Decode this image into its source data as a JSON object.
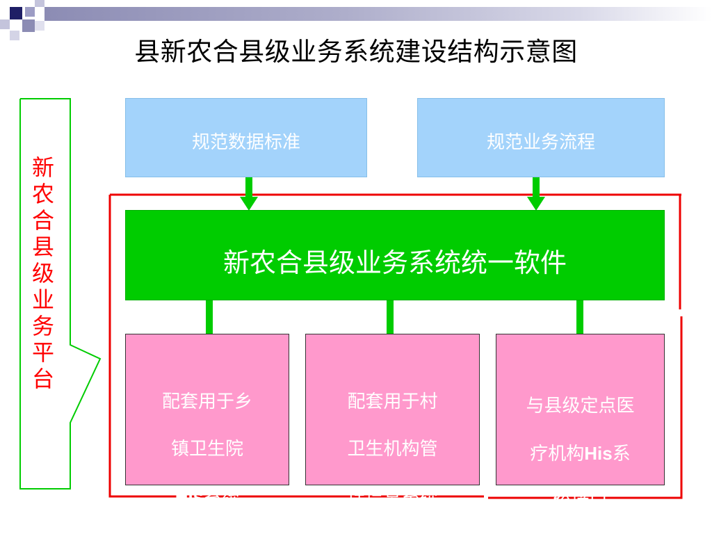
{
  "title": "县新农合县级业务系统建设结构示意图",
  "diagram": {
    "standard_data_box": "规范数据标准",
    "standard_process_box": "规范业务流程",
    "unified_software_box": "新农合县级业务系统统一软件",
    "subsystems": [
      {
        "line1": "配套用于乡",
        "line2": "镇卫生院",
        "line3_bold": "His",
        "line3_rest": "系统"
      },
      {
        "line1": "配套用于村",
        "line2": "卫生机构管",
        "line3": "理信息系统"
      },
      {
        "line1": "与县级定点医",
        "line2_pre": "疗机构",
        "line2_bold": "His",
        "line2_post": "系",
        "line3": "统接口"
      }
    ],
    "platform_label": "新\n农\n合\n县\n级\n业\n务\n平\n台"
  },
  "colors": {
    "blue_box": "#a3d3fb",
    "green_box": "#00cc00",
    "pink_box": "#ff99cc",
    "red_frame": "#ee0000",
    "platform_text": "#ff0000",
    "bracket_stroke": "#00cc00"
  }
}
